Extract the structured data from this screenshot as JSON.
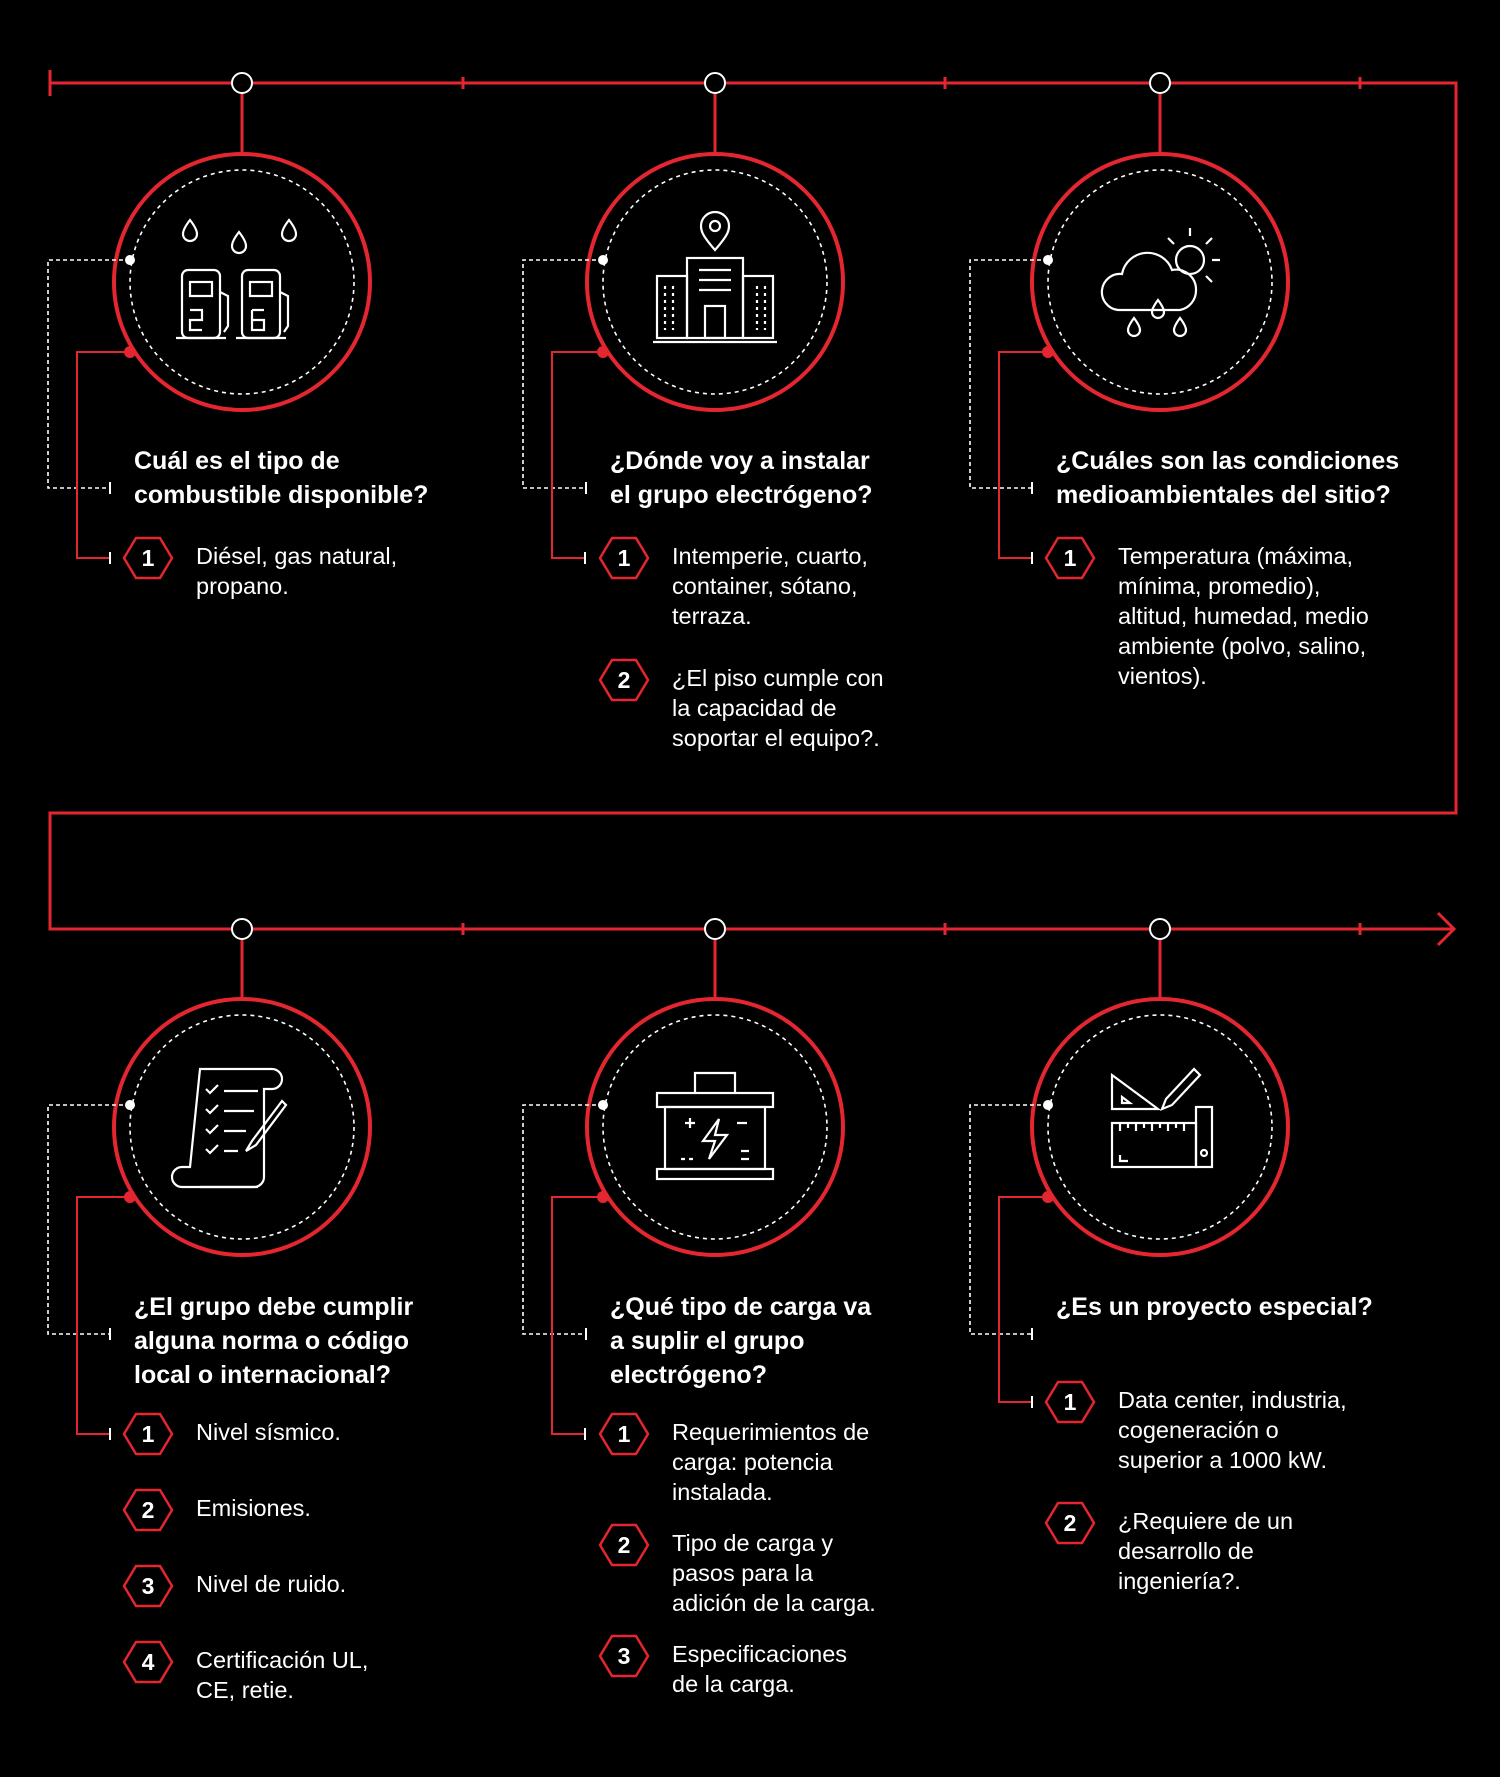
{
  "colors": {
    "accent": "#e3262f",
    "background": "#000000",
    "text": "#ffffff"
  },
  "steps": [
    {
      "icon": "fuel-pumps-icon",
      "title_line1": "Cuál es el tipo de",
      "title_line2": "combustible disponible?",
      "title_line3": "",
      "items": [
        {
          "n": "1",
          "lines": [
            "Diésel, gas natural,",
            "propano."
          ]
        }
      ]
    },
    {
      "icon": "building-location-icon",
      "title_line1": "¿Dónde voy a instalar",
      "title_line2": "el grupo electrógeno?",
      "title_line3": "",
      "items": [
        {
          "n": "1",
          "lines": [
            "Intemperie, cuarto,",
            "container, sótano,",
            "terraza."
          ]
        },
        {
          "n": "2",
          "lines": [
            "¿El piso cumple con",
            "la capacidad de",
            "soportar el equipo?."
          ]
        }
      ]
    },
    {
      "icon": "weather-cloud-icon",
      "title_line1": "¿Cuáles son las condiciones",
      "title_line2": "medioambientales del sitio?",
      "title_line3": "",
      "items": [
        {
          "n": "1",
          "lines": [
            "Temperatura (máxima,",
            "mínima, promedio),",
            "altitud, humedad, medio",
            "ambiente (polvo, salino,",
            "vientos)."
          ]
        }
      ]
    },
    {
      "icon": "checklist-document-icon",
      "title_line1": "¿El grupo debe cumplir",
      "title_line2": "alguna norma o código",
      "title_line3": "local o internacional?",
      "items": [
        {
          "n": "1",
          "lines": [
            "Nivel sísmico."
          ]
        },
        {
          "n": "2",
          "lines": [
            "Emisiones."
          ]
        },
        {
          "n": "3",
          "lines": [
            "Nivel de ruido."
          ]
        },
        {
          "n": "4",
          "lines": [
            "Certificación UL,",
            "CE, retie."
          ]
        }
      ]
    },
    {
      "icon": "battery-icon",
      "title_line1": "¿Qué tipo de carga va",
      "title_line2": "a suplir el grupo",
      "title_line3": "electrógeno?",
      "items": [
        {
          "n": "1",
          "lines": [
            "Requerimientos de",
            "carga: potencia",
            "instalada."
          ]
        },
        {
          "n": "2",
          "lines": [
            "Tipo de carga y",
            "pasos para la",
            "adición de la carga."
          ]
        },
        {
          "n": "3",
          "lines": [
            "Especificaciones",
            "de la carga."
          ]
        }
      ]
    },
    {
      "icon": "engineering-tools-icon",
      "title_line1": "¿Es un proyecto especial?",
      "title_line2": "",
      "title_line3": "",
      "items": [
        {
          "n": "1",
          "lines": [
            "Data center, industria,",
            "cogeneración o",
            "superior a 1000 kW."
          ]
        },
        {
          "n": "2",
          "lines": [
            "¿Requiere de un",
            "desarrollo de",
            "ingeniería?."
          ]
        }
      ]
    }
  ]
}
